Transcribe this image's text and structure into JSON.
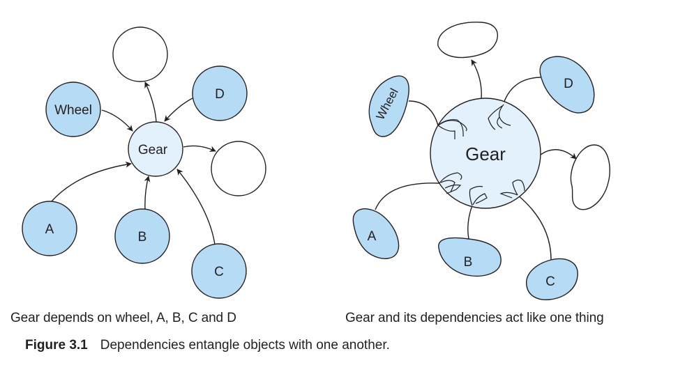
{
  "colors": {
    "dependency_fill": "#b5dcf4",
    "gear_fill": "#e2f1fb",
    "empty_fill": "#ffffff",
    "stroke": "#231f20",
    "text": "#231f20"
  },
  "left_diagram": {
    "center": "Gear",
    "dependencies": [
      "Wheel",
      "A",
      "B",
      "C",
      "D"
    ],
    "dependents_unlabeled": 2,
    "caption": "Gear depends on wheel, A, B, C and D"
  },
  "right_diagram": {
    "center": "Gear",
    "dependencies": [
      "Wheel",
      "A",
      "B",
      "C",
      "D"
    ],
    "dependents_unlabeled": 2,
    "caption": "Gear and its dependencies act like one thing"
  },
  "figure": {
    "label": "Figure 3.1",
    "text": "Dependencies entangle objects with one another."
  }
}
